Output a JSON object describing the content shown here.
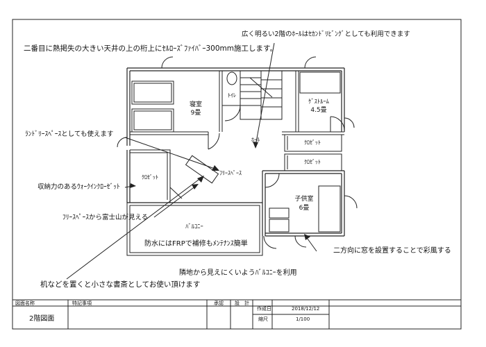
{
  "annotations": {
    "ceiling_insulation": "二番目に熱掲失の大きい天井の上の桁上にｾﾙﾛｰｽﾞﾌｧｲﾊﾞｰ300mm施工します。",
    "hall_second_living": "広く明るい2階のﾎｰﾙはｾｶﾝﾄﾞﾘﾋﾞﾝｸﾞとしても利用できます",
    "laundry_space": "ﾗﾝﾄﾞﾘｰｽﾍﾟｰｽとしても使えます",
    "walkin_closet": "収納力のあるｳｫｰｸｲﾝｸﾛｰｾﾞｯﾄ",
    "mt_fuji_view": "ﾌﾘｰｽﾍﾟｰｽから富士山が見える",
    "two_direction_windows": "二方向に窓を設置することで彩風する",
    "balcony_privacy": "隣地から見えにくいようﾊﾞﾙｺﾆｰを利用",
    "study_corner": "机などを置くと小さな書斎としてお使い頂けます"
  },
  "rooms": {
    "bedroom_name": "寝室",
    "bedroom_size": "9畳",
    "toilet": "ﾄｲﾚ",
    "hall": "ﾎｰﾙ",
    "guest_room_name": "ｹﾞｽﾄﾙｰﾑ",
    "guest_room_size": "4.5畳",
    "closet_1": "ｸﾛｾﾞｯﾄ",
    "closet_2": "ｸﾛｾﾞｯﾄ",
    "walkin_closet": "ｸﾛｾﾞｯﾄ",
    "free_space": "ﾌﾘｰｽﾍﾟｰｽ",
    "child_room_name": "子供室",
    "child_room_size": "6畳",
    "balcony": "ﾊﾞﾙｺﾆｰ",
    "balcony_note": "防水にはFRPで補修もﾒﾝﾃﾅﾝｽ簡単"
  },
  "title_block": {
    "drawing_name_label": "図面名称",
    "drawing_name": "2階図面",
    "special_notes_label": "特記事項",
    "approval_label": "承認",
    "design_label": "設　計",
    "created_date_label": "作成日",
    "created_date": "2018/12/12",
    "scale_label": "縮尺",
    "scale": "1/100"
  }
}
